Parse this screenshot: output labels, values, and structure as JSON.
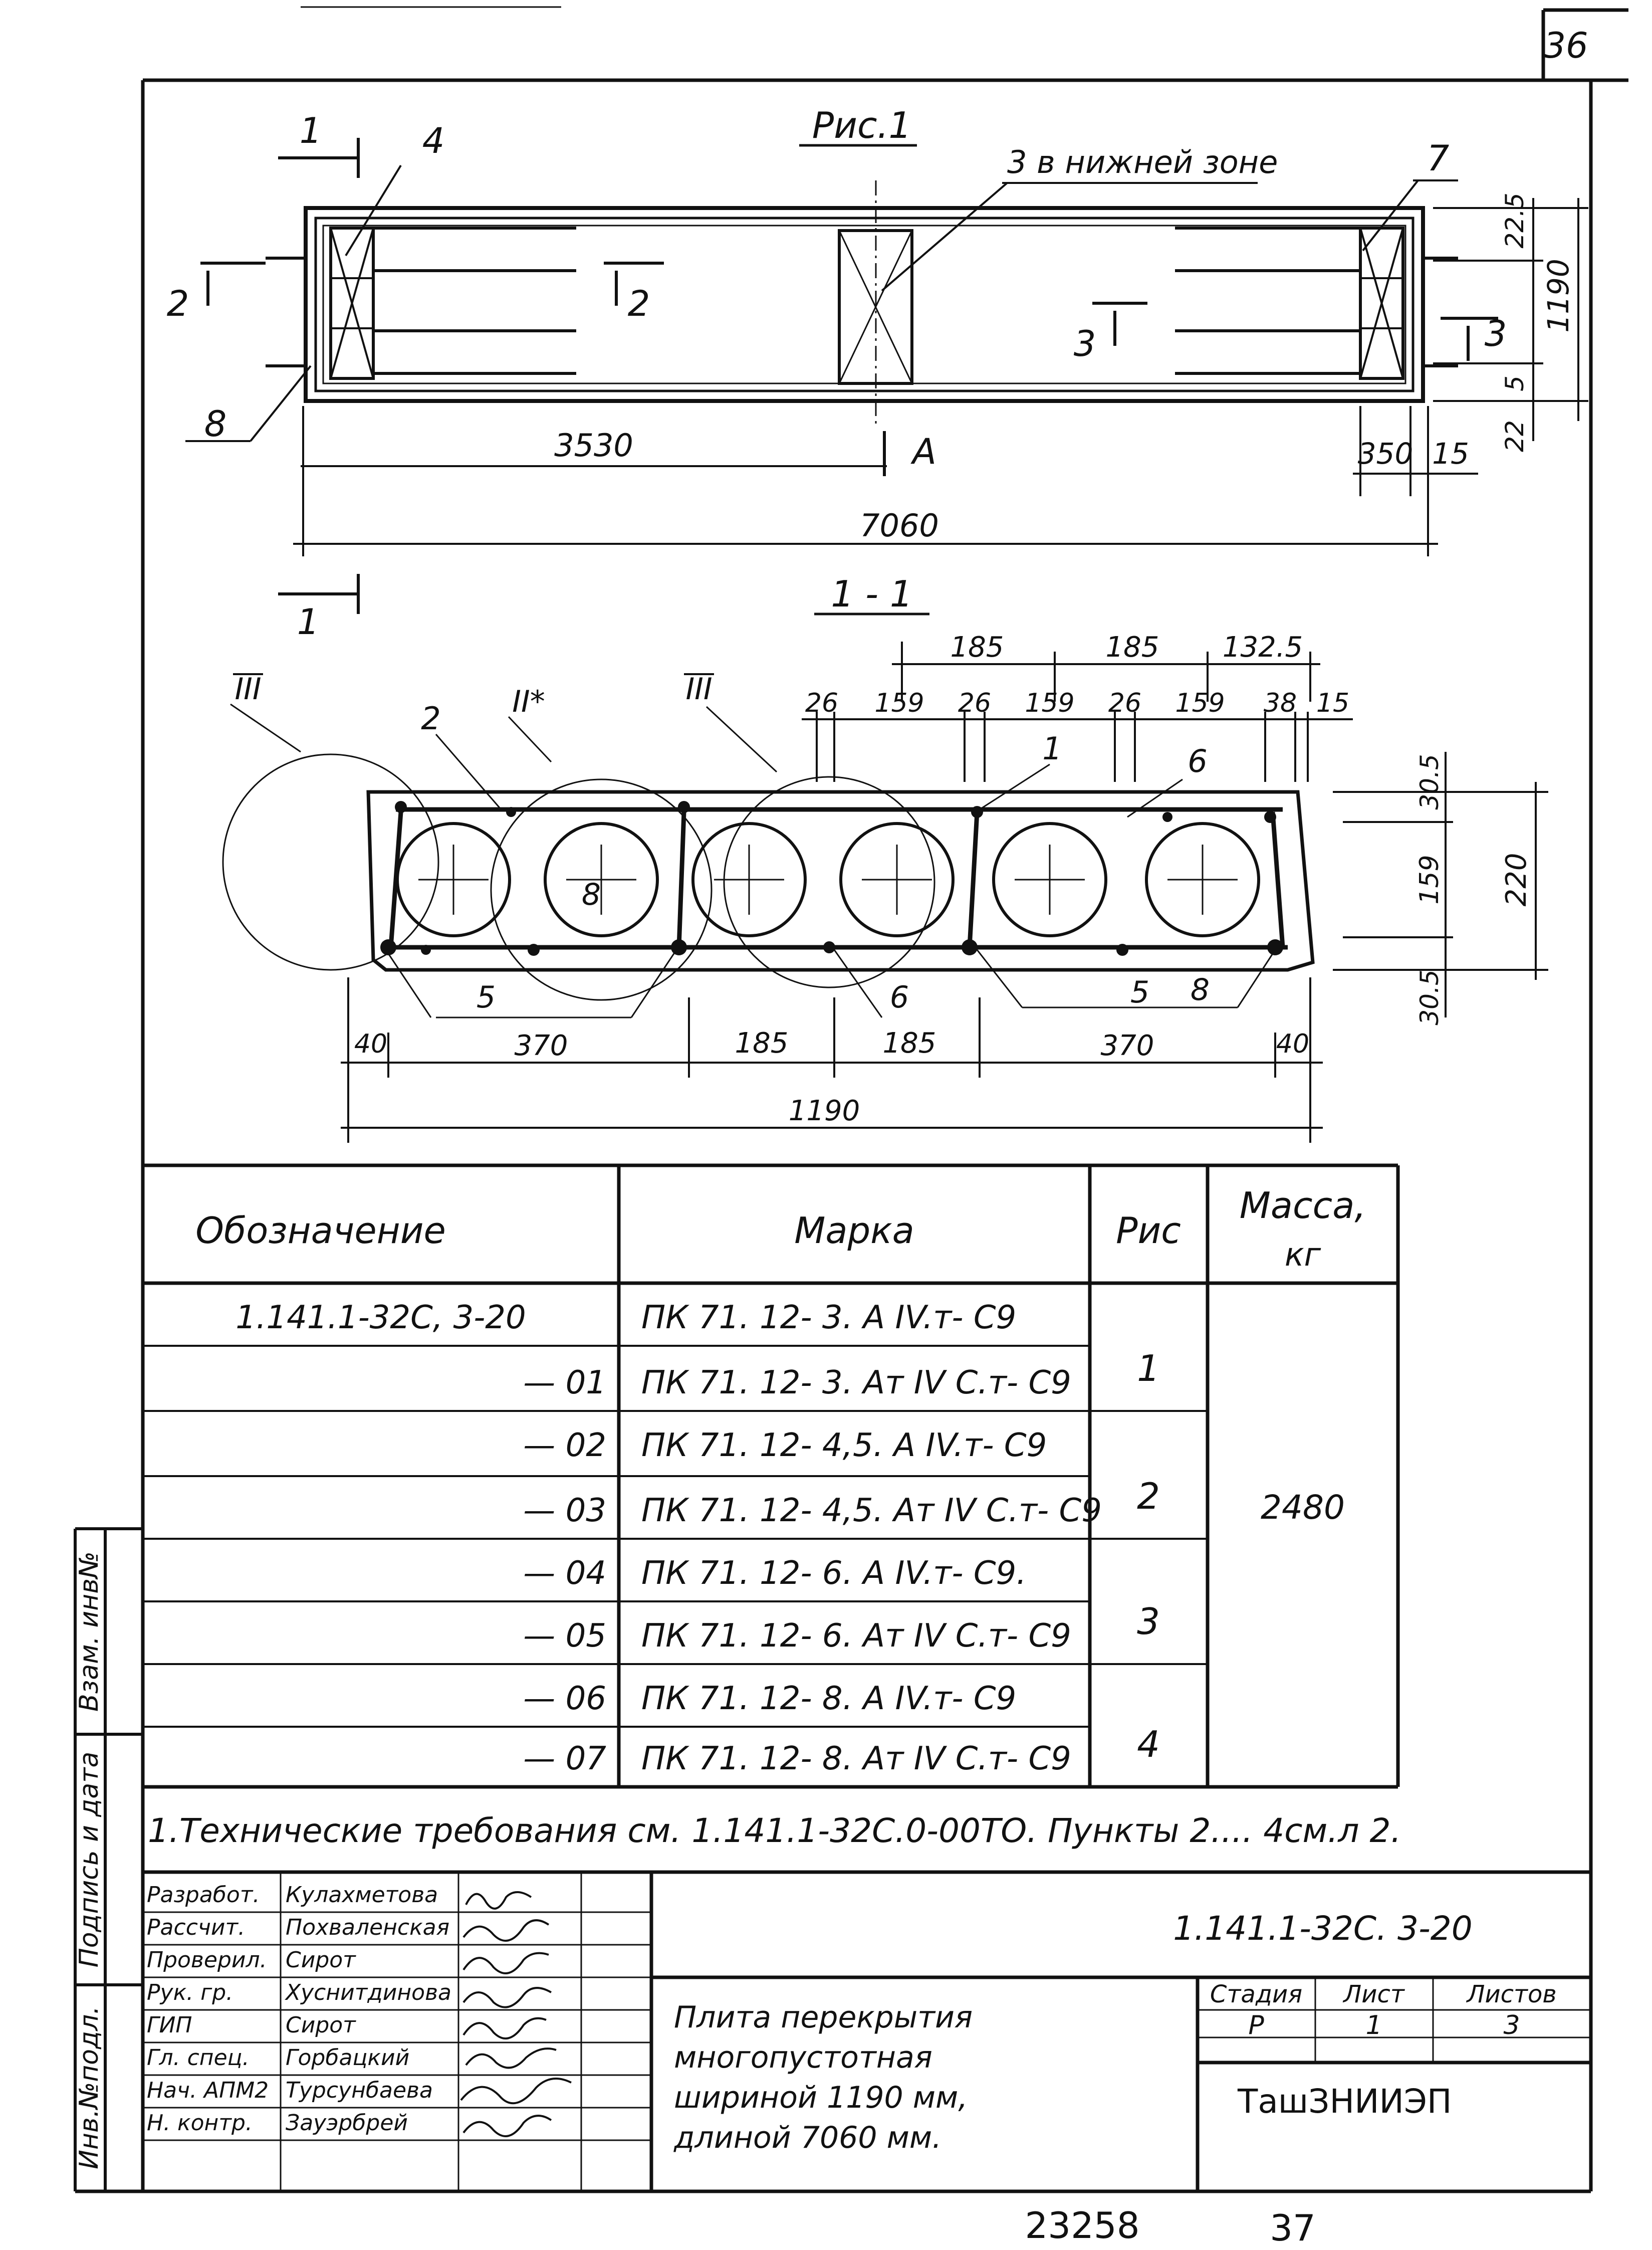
{
  "sheet": {
    "page_number": "36",
    "bottom_left_number": "23258",
    "bottom_right_number": "37"
  },
  "figure1": {
    "title": "Рис.1",
    "note_bottom_zone": "3 в нижней зоне",
    "callouts": {
      "c1": "1",
      "c2": "2",
      "c3": "3",
      "c4": "4",
      "c7": "7",
      "c8": "8",
      "cA": "А"
    },
    "dims": {
      "half_length": "3530",
      "total_length": "7060",
      "end_350": "350",
      "end_15": "15",
      "w22_5": "22.5",
      "w1190": "1190",
      "w5": "5",
      "w22": "22"
    }
  },
  "section": {
    "title": "1 - 1",
    "labels": {
      "III_left": "III",
      "II_star": "II*",
      "III_mid": "III",
      "l2": "2",
      "l1": "1",
      "l6top": "6",
      "l8a": "8",
      "l5a": "5",
      "l6b": "6",
      "l5b": "5",
      "l8b": "8"
    },
    "top_dims_1": [
      "185",
      "185",
      "132.5"
    ],
    "top_dims_2": [
      "26",
      "159",
      "26",
      "159",
      "26",
      "159",
      "38",
      "15"
    ],
    "right_dims": [
      "30.5",
      "159",
      "220",
      "30.5"
    ],
    "bottom_dims": [
      "40",
      "370",
      "185",
      "185",
      "370",
      "40"
    ],
    "total_width": "1190"
  },
  "spec_table": {
    "headers": {
      "designation": "Обозначение",
      "mark": "Марка",
      "fig": "Рис",
      "mass": "Масса,",
      "mass_unit": "кг"
    },
    "rows": [
      {
        "designation": "1.141.1-32С, 3-20",
        "mark": "ПК  71. 12- 3. А IV.т- С9"
      },
      {
        "designation": "— 01",
        "mark": "ПК  71. 12- 3. Ат IV С.т- С9"
      },
      {
        "designation": "— 02",
        "mark": "ПК  71. 12- 4,5. А IV.т- С9"
      },
      {
        "designation": "— 03",
        "mark": "ПК  71. 12- 4,5. Ат IV С.т- С9"
      },
      {
        "designation": "— 04",
        "mark": "ПК  71. 12- 6. А IV.т- С9."
      },
      {
        "designation": "— 05",
        "mark": "ПК  71. 12- 6. Ат IV С.т- С9"
      },
      {
        "designation": "— 06",
        "mark": "ПК  71. 12- 8. А IV.т- С9"
      },
      {
        "designation": "— 07",
        "mark": "ПК  71. 12- 8. Ат IV С.т- С9"
      }
    ],
    "figs": [
      "1",
      "2",
      "3",
      "4"
    ],
    "mass": "2480"
  },
  "note": "1.Технические требования см. 1.141.1-32С.0-00ТО. Пункты 2.... 4см.л 2.",
  "side_stamp": {
    "vzam": "Взам. инв№",
    "podpis": "Подпись и дата",
    "inv": "Инв.№подл."
  },
  "title_block": {
    "roles": [
      "Разработ.",
      "Рассчит.",
      "Проверил.",
      "Рук. гр.",
      "ГИП",
      "Гл. спец.",
      "Нач. АПМ2",
      "Н. контр."
    ],
    "names": [
      "Кулахметова",
      "Похваленская",
      "Сирот",
      "Хуснитдинова",
      "Сирот",
      "Горбацкий",
      "Турсунбаева",
      "Зауэрбрей"
    ],
    "doc_code": "1.141.1-32С. 3-20",
    "description": [
      "Плита перекрытия",
      "многопустотная",
      "шириной 1190 мм,",
      "длиной 7060 мм."
    ],
    "stage_label": "Стадия",
    "sheet_label": "Лист",
    "sheets_label": "Листов",
    "stage": "Р",
    "sheet": "1",
    "sheets": "3",
    "org": "ТашЗНИИЭП"
  }
}
